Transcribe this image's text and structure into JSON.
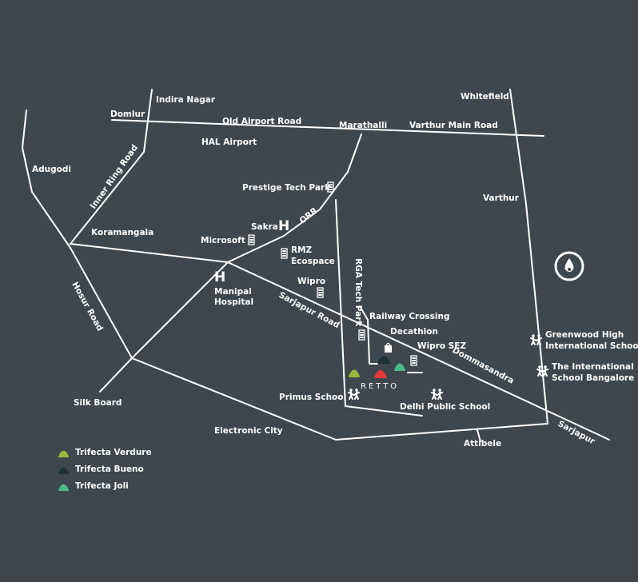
{
  "colors": {
    "background": "#3e474d",
    "road": "#ffffff",
    "verdure": "#9ab93a",
    "bueno": "#1e3138",
    "joli": "#4db98a",
    "retto": "#e53935"
  },
  "labels": {
    "indira_nagar": "Indira Nagar",
    "domlur": "Domlur",
    "old_airport_road": "Old Airport Road",
    "marathalli": "Marathalli",
    "varthur_main_road": "Varthur Main Road",
    "whitefield": "Whitefield",
    "hal_airport": "HAL Airport",
    "adugodi": "Adugodi",
    "inner_ring_road": "Inner Ring Road",
    "prestige_tech_park": "Prestige Tech Park",
    "varthur": "Varthur",
    "sakra": "Sakra",
    "orr": "ORR",
    "koramangala": "Koramangala",
    "microsoft": "Microsoft",
    "rmz": "RMZ",
    "ecospace": "Ecospace",
    "manipal": "Manipal",
    "hospital": "Hospital",
    "wipro": "Wipro",
    "rga_tech_park": "RGA Tech Park",
    "sarjapur_road": "Sarjapur Road",
    "railway_crossing": "Railway Crossing",
    "hosur_road": "Hosur Road",
    "decathlon": "Decathlon",
    "wipro_sez": "Wipro SEZ",
    "dommasandra": "Dommasandra",
    "greenwood_1": "Greenwood High",
    "greenwood_2": "International School",
    "intl_school_1": "The International",
    "intl_school_2": "School Bangalore",
    "primus_school": "Primus School",
    "delhi_public_school": "Delhi Public School",
    "silk_board": "Silk Board",
    "electronic_city": "Electronic City",
    "attibele": "Attibele",
    "sarjapur": "Sarjapur",
    "retto": "RETTO",
    "hospital_symbol": "H"
  },
  "legend": [
    {
      "label": "Trifecta Verdure",
      "color": "#9ab93a"
    },
    {
      "label": "Trifecta Bueno",
      "color": "#1e3138"
    },
    {
      "label": "Trifecta Joli",
      "color": "#4db98a"
    }
  ],
  "icons": [
    "building-icon",
    "hospital-icon",
    "school-icon",
    "shopping-bag-icon",
    "compass-logo-icon",
    "location-pin-icon"
  ]
}
